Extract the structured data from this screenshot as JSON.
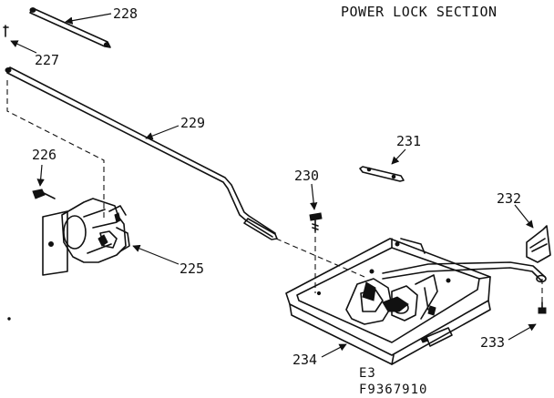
{
  "title": "POWER LOCK SECTION",
  "footer": {
    "line1": "E3",
    "line2": "F9367910"
  },
  "parts": {
    "p225": "225",
    "p226": "226",
    "p227": "227",
    "p228": "228",
    "p229": "229",
    "p230": "230",
    "p231": "231",
    "p232": "232",
    "p233": "233",
    "p234": "234"
  }
}
